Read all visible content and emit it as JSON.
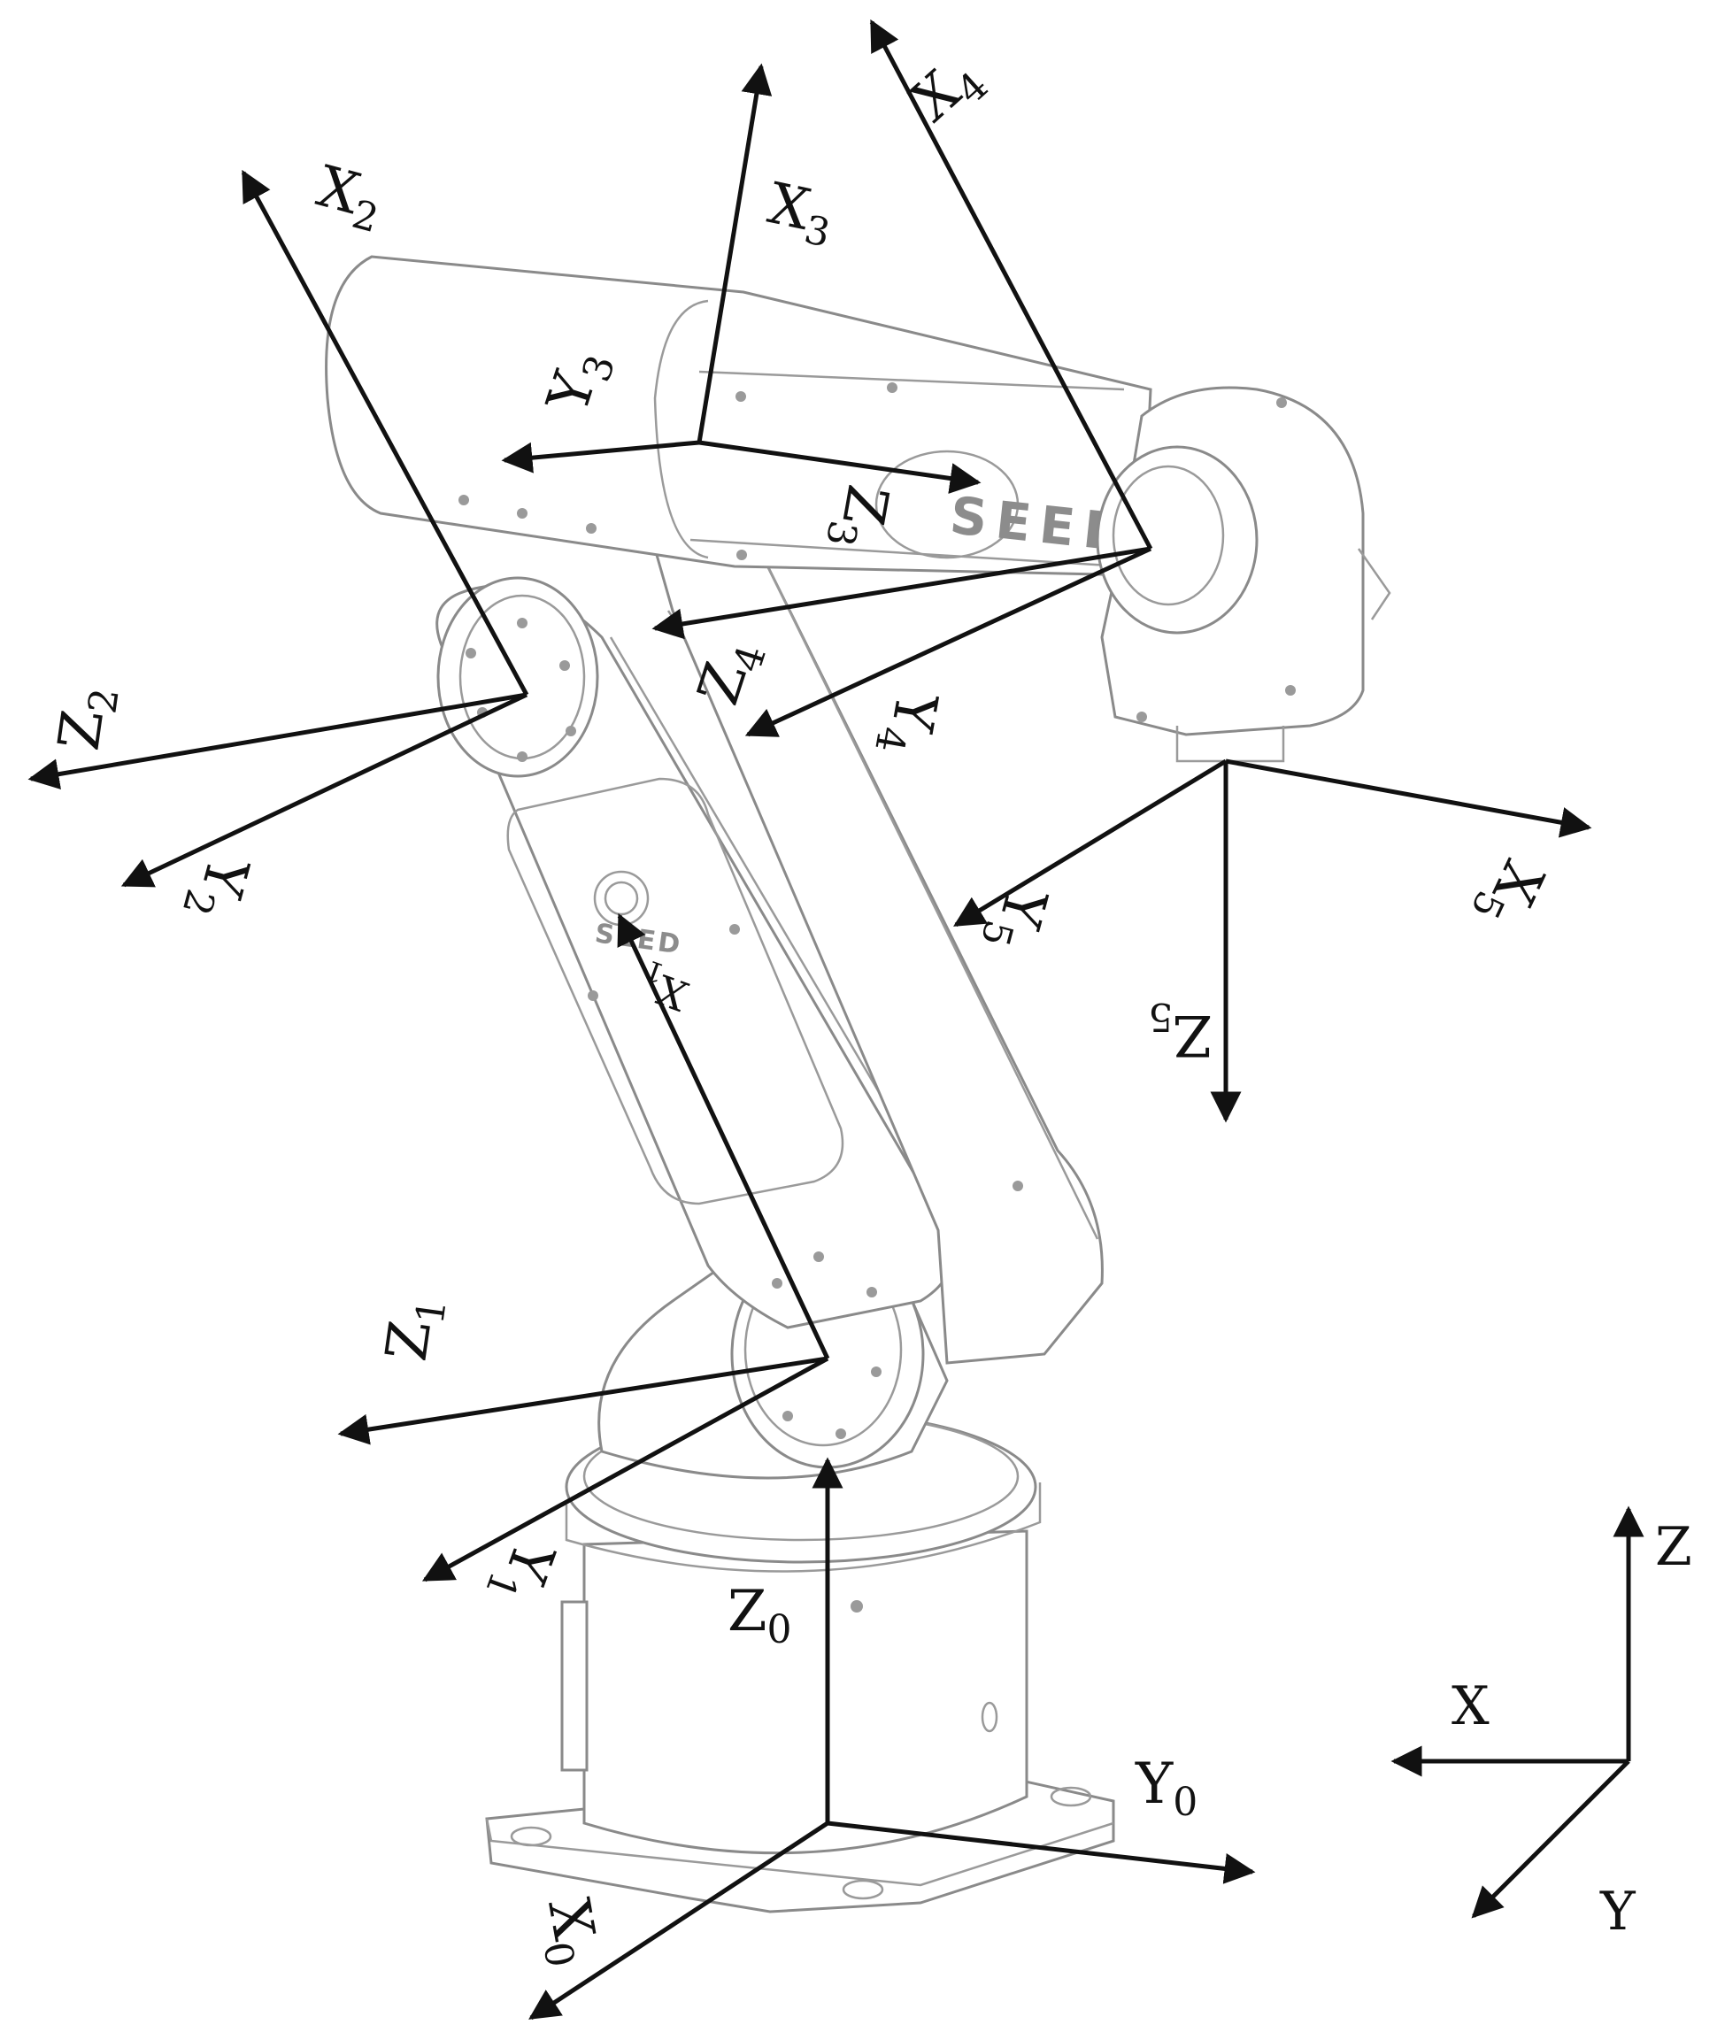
{
  "brand": {
    "arm_text": "SEED",
    "link_text": "SEED"
  },
  "frames": [
    {
      "id": "0",
      "axes": [
        {
          "name": "X",
          "sub": "0"
        },
        {
          "name": "Y",
          "sub": "0"
        },
        {
          "name": "Z",
          "sub": "0"
        }
      ]
    },
    {
      "id": "1",
      "axes": [
        {
          "name": "X",
          "sub": "1"
        },
        {
          "name": "Y",
          "sub": "1"
        },
        {
          "name": "Z",
          "sub": "1"
        }
      ]
    },
    {
      "id": "2",
      "axes": [
        {
          "name": "X",
          "sub": "2"
        },
        {
          "name": "Y",
          "sub": "2"
        },
        {
          "name": "Z",
          "sub": "2"
        }
      ]
    },
    {
      "id": "3",
      "axes": [
        {
          "name": "X",
          "sub": "3"
        },
        {
          "name": "Y",
          "sub": "3"
        },
        {
          "name": "Z",
          "sub": "3"
        }
      ]
    },
    {
      "id": "4",
      "axes": [
        {
          "name": "X",
          "sub": "4"
        },
        {
          "name": "Y",
          "sub": "4"
        },
        {
          "name": "Z",
          "sub": "4"
        }
      ]
    },
    {
      "id": "5",
      "axes": [
        {
          "name": "X",
          "sub": "5"
        },
        {
          "name": "Y",
          "sub": "5"
        },
        {
          "name": "Z",
          "sub": "5"
        }
      ]
    }
  ],
  "reference_frame": {
    "x": "X",
    "y": "Y",
    "z": "Z"
  }
}
